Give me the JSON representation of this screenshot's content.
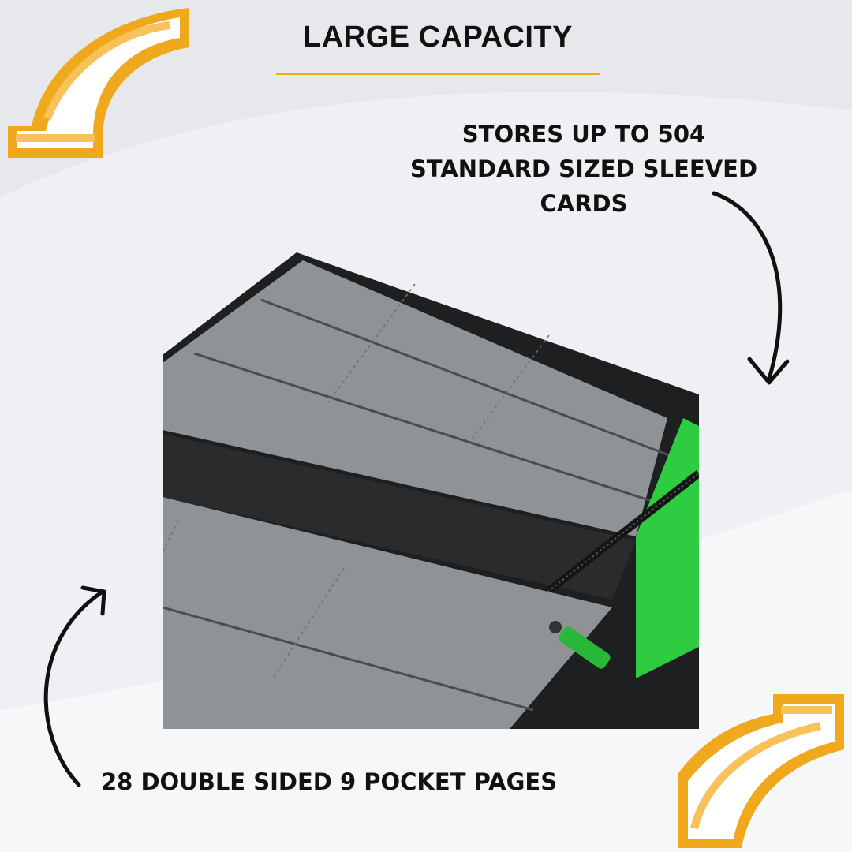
{
  "title": "LARGE CAPACITY",
  "callouts": {
    "top_lines": [
      "STORES UP TO 504",
      "STANDARD SIZED SLEEVED",
      "CARDS"
    ],
    "bottom": "28 DOUBLE SIDED 9 POCKET PAGES"
  },
  "colors": {
    "accent": "#f0a81c",
    "background": "#eef0f3",
    "binder_page": "#8e9295",
    "binder_edge": "#222222",
    "zipper_green": "#2ecc40"
  },
  "icons": [
    "corner-ornament-icon",
    "curved-arrow-icon"
  ]
}
